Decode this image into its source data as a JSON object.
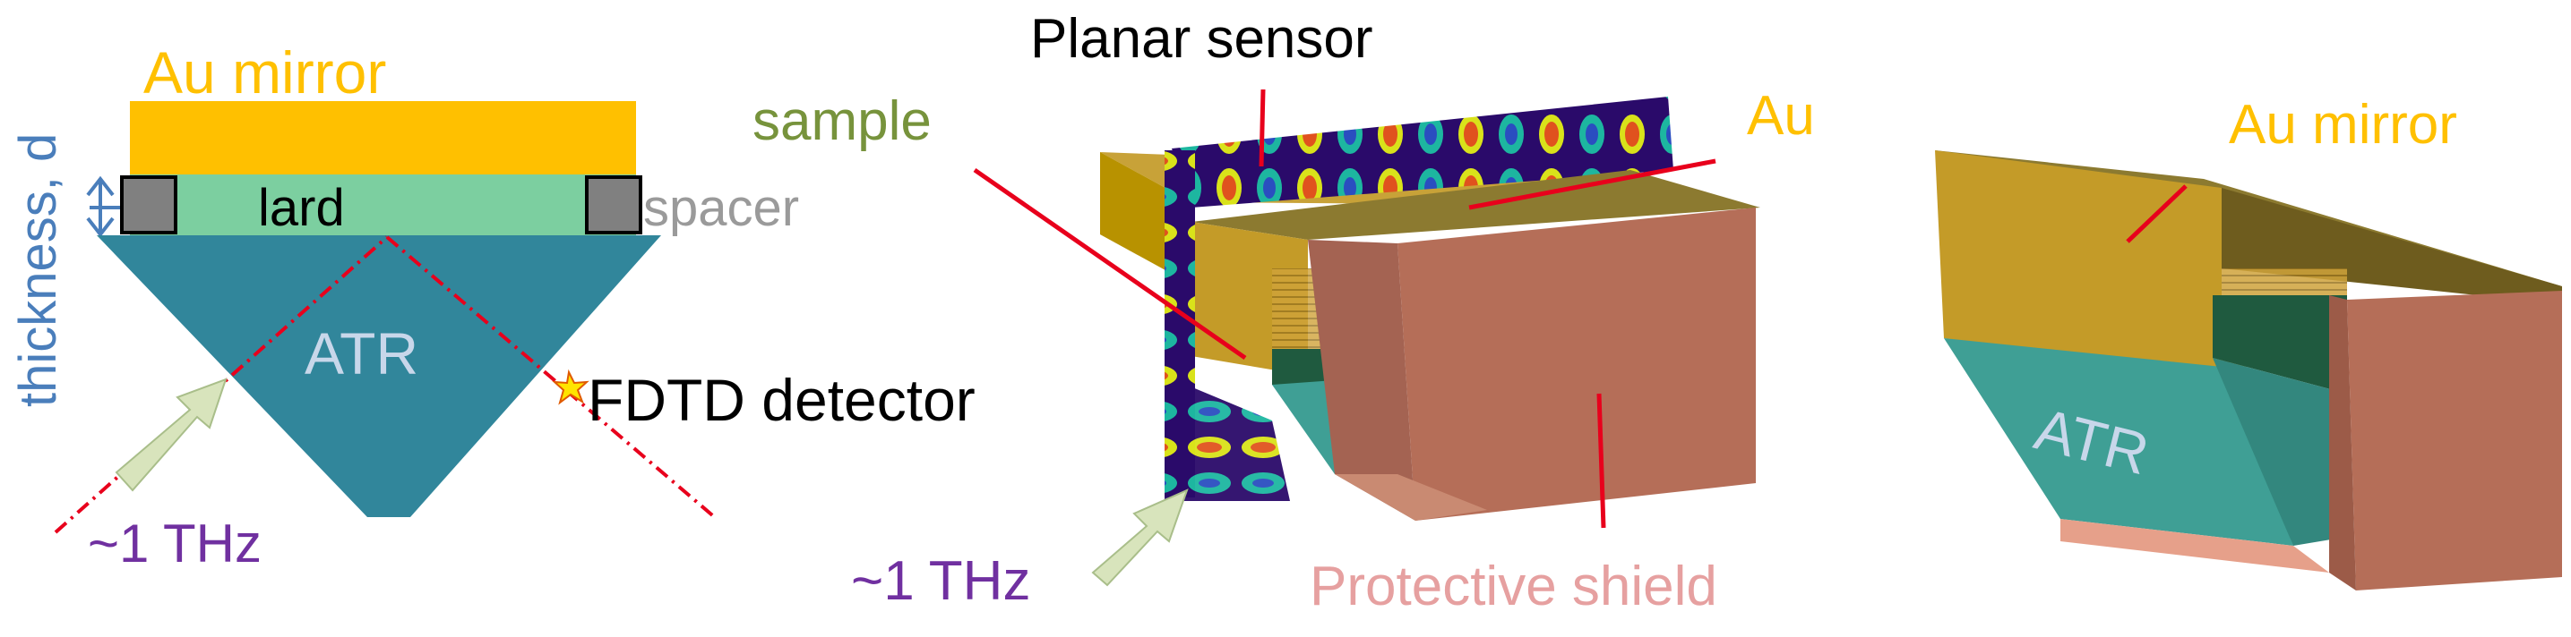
{
  "left_panel": {
    "axis_label": "thickness, d",
    "mirror_label": "Au mirror",
    "sample_label": "lard",
    "spacer_label": "spacer",
    "prism_label": "ATR",
    "detector_label": "FDTD detector",
    "source_label": "~1 THz"
  },
  "middle_panel": {
    "sensor_label": "Planar sensor",
    "sample_label": "sample",
    "au_label": "Au",
    "source_label": "~1 THz",
    "shield_label": "Protective shield"
  },
  "right_panel": {
    "mirror_label": "Au mirror",
    "prism_label": "ATR"
  },
  "colors": {
    "au": "#FFC000",
    "au_dark": "#B89200",
    "sample": "#7CCFA0",
    "spacer": "#808080",
    "prism": "#31869B",
    "prism_light": "#3F9F95",
    "shield": "#B56E58",
    "shield_label": "#E6A0A0",
    "thz_purple": "#7030A0",
    "sample_olive": "#77933C",
    "axis_blue": "#4A7EBB",
    "red_line": "#E8001C",
    "arrow_fill": "#D8E4BC"
  }
}
